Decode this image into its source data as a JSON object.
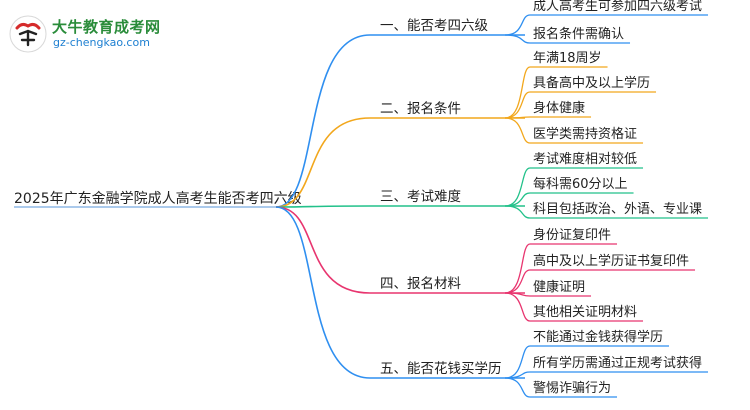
{
  "logo": {
    "title": "大牛教育成考网",
    "url": "gz-chengkao.com"
  },
  "mindmap": {
    "root": "2025年广东金融学院成人高考生能否考四六级",
    "branches": [
      {
        "label": "一、能否考四六级",
        "color": "#2f8ff0",
        "children": [
          "成人高考生可参加四六级考试",
          "报名条件需确认"
        ]
      },
      {
        "label": "二、报名条件",
        "color": "#f2a71c",
        "children": [
          "年满18周岁",
          "具备高中及以上学历",
          "身体健康",
          "医学类需持资格证"
        ]
      },
      {
        "label": "三、考试难度",
        "color": "#22c18a",
        "children": [
          "考试难度相对较低",
          "每科需60分以上",
          "科目包括政治、外语、专业课"
        ]
      },
      {
        "label": "四、报名材料",
        "color": "#e8356f",
        "children": [
          "身份证复印件",
          "高中及以上学历证书复印件",
          "健康证明",
          "其他相关证明材料"
        ]
      },
      {
        "label": "五、能否花钱买学历",
        "color": "#2f8ff0",
        "children": [
          "不能通过金钱获得学历",
          "所有学历需通过正规考试获得",
          "警惕诈骗行为"
        ]
      }
    ]
  }
}
